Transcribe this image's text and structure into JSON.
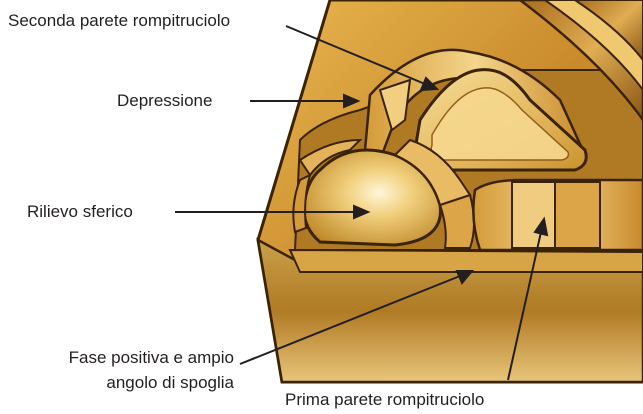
{
  "diagram": {
    "labels": {
      "second_breaker_wall": "Seconda parete rompitruciolo",
      "depression": "Depressione",
      "spherical_relief": "Rilievo sferico",
      "positive_land": "Fase positiva e ampio",
      "rake_angle": "angolo di spoglia",
      "first_breaker_wall": "Prima parete rompitruciolo"
    },
    "colors": {
      "gold_light": "#f4d27a",
      "gold_mid": "#d9a13c",
      "gold_dark": "#a5681c",
      "edge_dark": "#3b2308",
      "label_text": "#231f20"
    }
  }
}
